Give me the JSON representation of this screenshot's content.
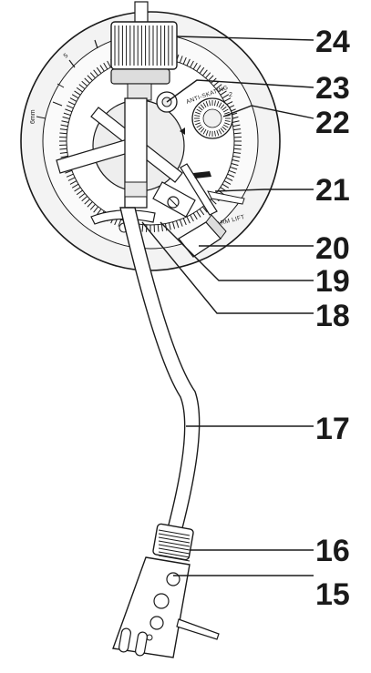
{
  "diagram": {
    "callouts": [
      {
        "id": "24",
        "label": "24"
      },
      {
        "id": "23",
        "label": "23"
      },
      {
        "id": "22",
        "label": "22"
      },
      {
        "id": "21",
        "label": "21"
      },
      {
        "id": "20",
        "label": "20"
      },
      {
        "id": "19",
        "label": "19"
      },
      {
        "id": "18",
        "label": "18"
      },
      {
        "id": "17",
        "label": "17"
      },
      {
        "id": "16",
        "label": "16"
      },
      {
        "id": "15",
        "label": "15"
      }
    ],
    "scale_labels": {
      "height_6mm": "6mm",
      "height_5": "5",
      "anti_skating": "ANTI-SKATING",
      "anti_2": "2",
      "arm_lift": "ARM LIFT"
    },
    "colors": {
      "ink": "#1a1a1a",
      "base_fill": "#f2f2f2",
      "arm_fill": "#ffffff"
    }
  }
}
